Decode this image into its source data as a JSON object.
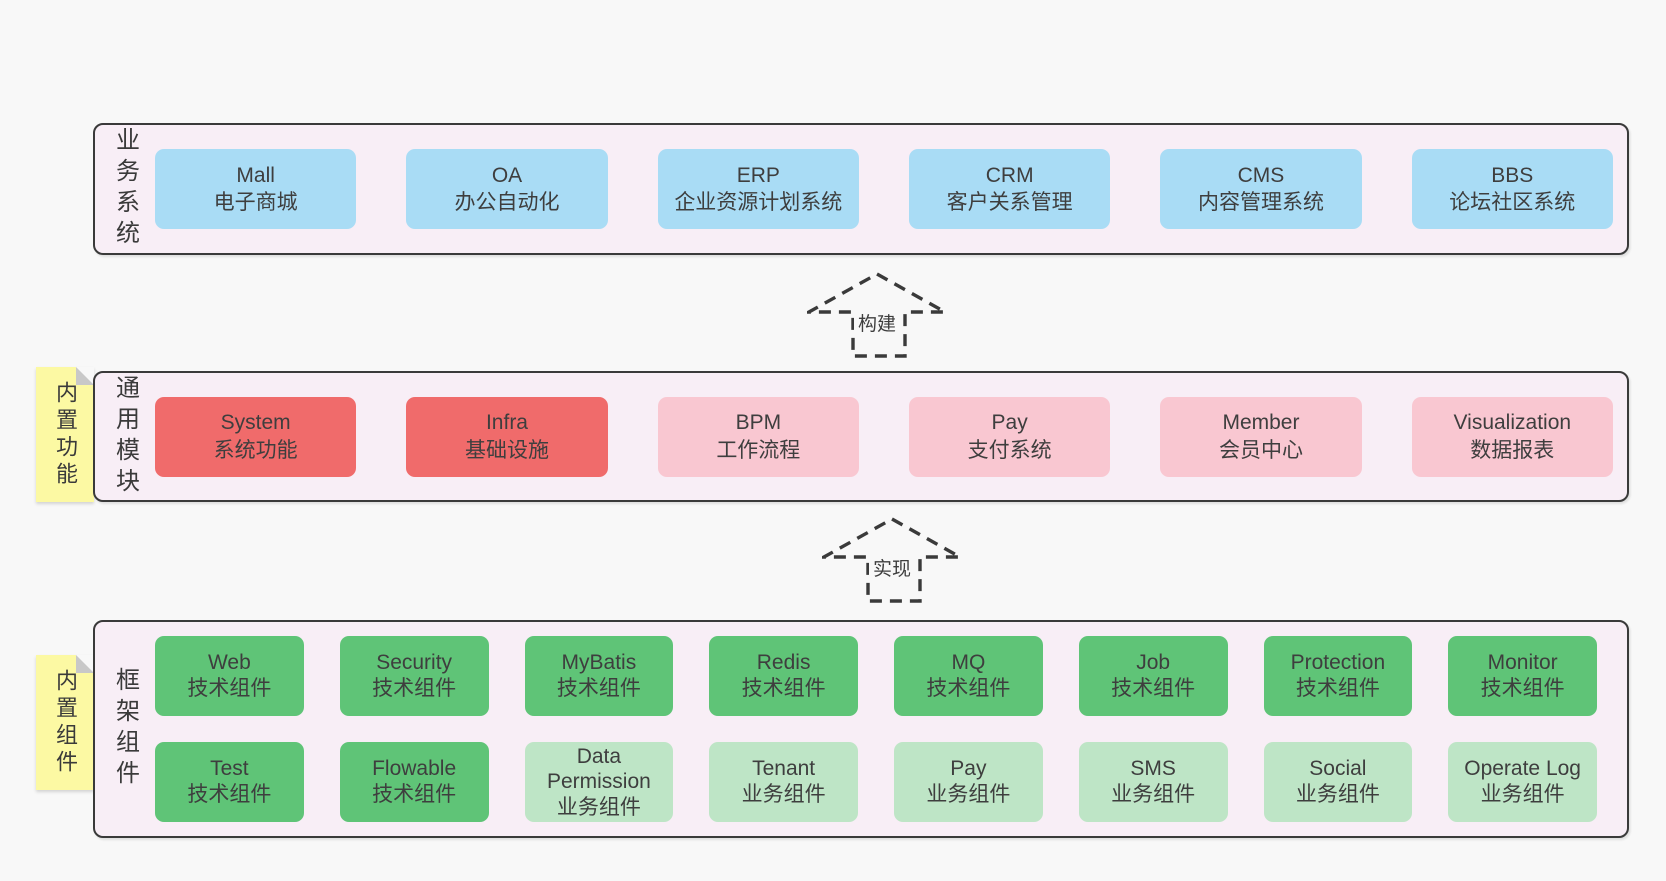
{
  "colors": {
    "page_background": "#f8f8f8",
    "band_background": "#f8eef6",
    "band_border": "#3a3a3a",
    "blue": "#a9dcf5",
    "red": "#f06b6b",
    "pink": "#f9c7d1",
    "green": "#5fc477",
    "green_light": "#bee5c6",
    "sticky_yellow": "#fcf9a3",
    "sticky_fold": "#c8c8c8",
    "text": "#3e3e3e"
  },
  "bands": [
    {
      "label": "业务系统",
      "rows": [
        [
          {
            "name": "Mall",
            "subtitle": "电子商城",
            "variant": "blue"
          },
          {
            "name": "OA",
            "subtitle": "办公自动化",
            "variant": "blue"
          },
          {
            "name": "ERP",
            "subtitle": "企业资源计划系统",
            "variant": "blue"
          },
          {
            "name": "CRM",
            "subtitle": "客户关系管理",
            "variant": "blue"
          },
          {
            "name": "CMS",
            "subtitle": "内容管理系统",
            "variant": "blue"
          },
          {
            "name": "BBS",
            "subtitle": "论坛社区系统",
            "variant": "blue"
          }
        ]
      ]
    },
    {
      "label": "通用模块",
      "sticky": "内置功能",
      "rows": [
        [
          {
            "name": "System",
            "subtitle": "系统功能",
            "variant": "red"
          },
          {
            "name": "Infra",
            "subtitle": "基础设施",
            "variant": "red"
          },
          {
            "name": "BPM",
            "subtitle": "工作流程",
            "variant": "pink"
          },
          {
            "name": "Pay",
            "subtitle": "支付系统",
            "variant": "pink"
          },
          {
            "name": "Member",
            "subtitle": "会员中心",
            "variant": "pink"
          },
          {
            "name": "Visualization",
            "subtitle": "数据报表",
            "variant": "pink"
          }
        ]
      ]
    },
    {
      "label": "框架组件",
      "sticky": "内置组件",
      "rows": [
        [
          {
            "name": "Web",
            "subtitle": "技术组件",
            "variant": "green"
          },
          {
            "name": "Security",
            "subtitle": "技术组件",
            "variant": "green"
          },
          {
            "name": "MyBatis",
            "subtitle": "技术组件",
            "variant": "green"
          },
          {
            "name": "Redis",
            "subtitle": "技术组件",
            "variant": "green"
          },
          {
            "name": "MQ",
            "subtitle": "技术组件",
            "variant": "green"
          },
          {
            "name": "Job",
            "subtitle": "技术组件",
            "variant": "green"
          },
          {
            "name": "Protection",
            "subtitle": "技术组件",
            "variant": "green"
          },
          {
            "name": "Monitor",
            "subtitle": "技术组件",
            "variant": "green"
          }
        ],
        [
          {
            "name": "Test",
            "subtitle": "技术组件",
            "variant": "green"
          },
          {
            "name": "Flowable",
            "subtitle": "技术组件",
            "variant": "green"
          },
          {
            "name": "Data Permission",
            "subtitle": "业务组件",
            "variant": "green_light"
          },
          {
            "name": "Tenant",
            "subtitle": "业务组件",
            "variant": "green_light"
          },
          {
            "name": "Pay",
            "subtitle": "业务组件",
            "variant": "green_light"
          },
          {
            "name": "SMS",
            "subtitle": "业务组件",
            "variant": "green_light"
          },
          {
            "name": "Social",
            "subtitle": "业务组件",
            "variant": "green_light"
          },
          {
            "name": "Operate Log",
            "subtitle": "业务组件",
            "variant": "green_light"
          }
        ]
      ]
    }
  ],
  "arrows": [
    {
      "label": "构建"
    },
    {
      "label": "实现"
    }
  ]
}
